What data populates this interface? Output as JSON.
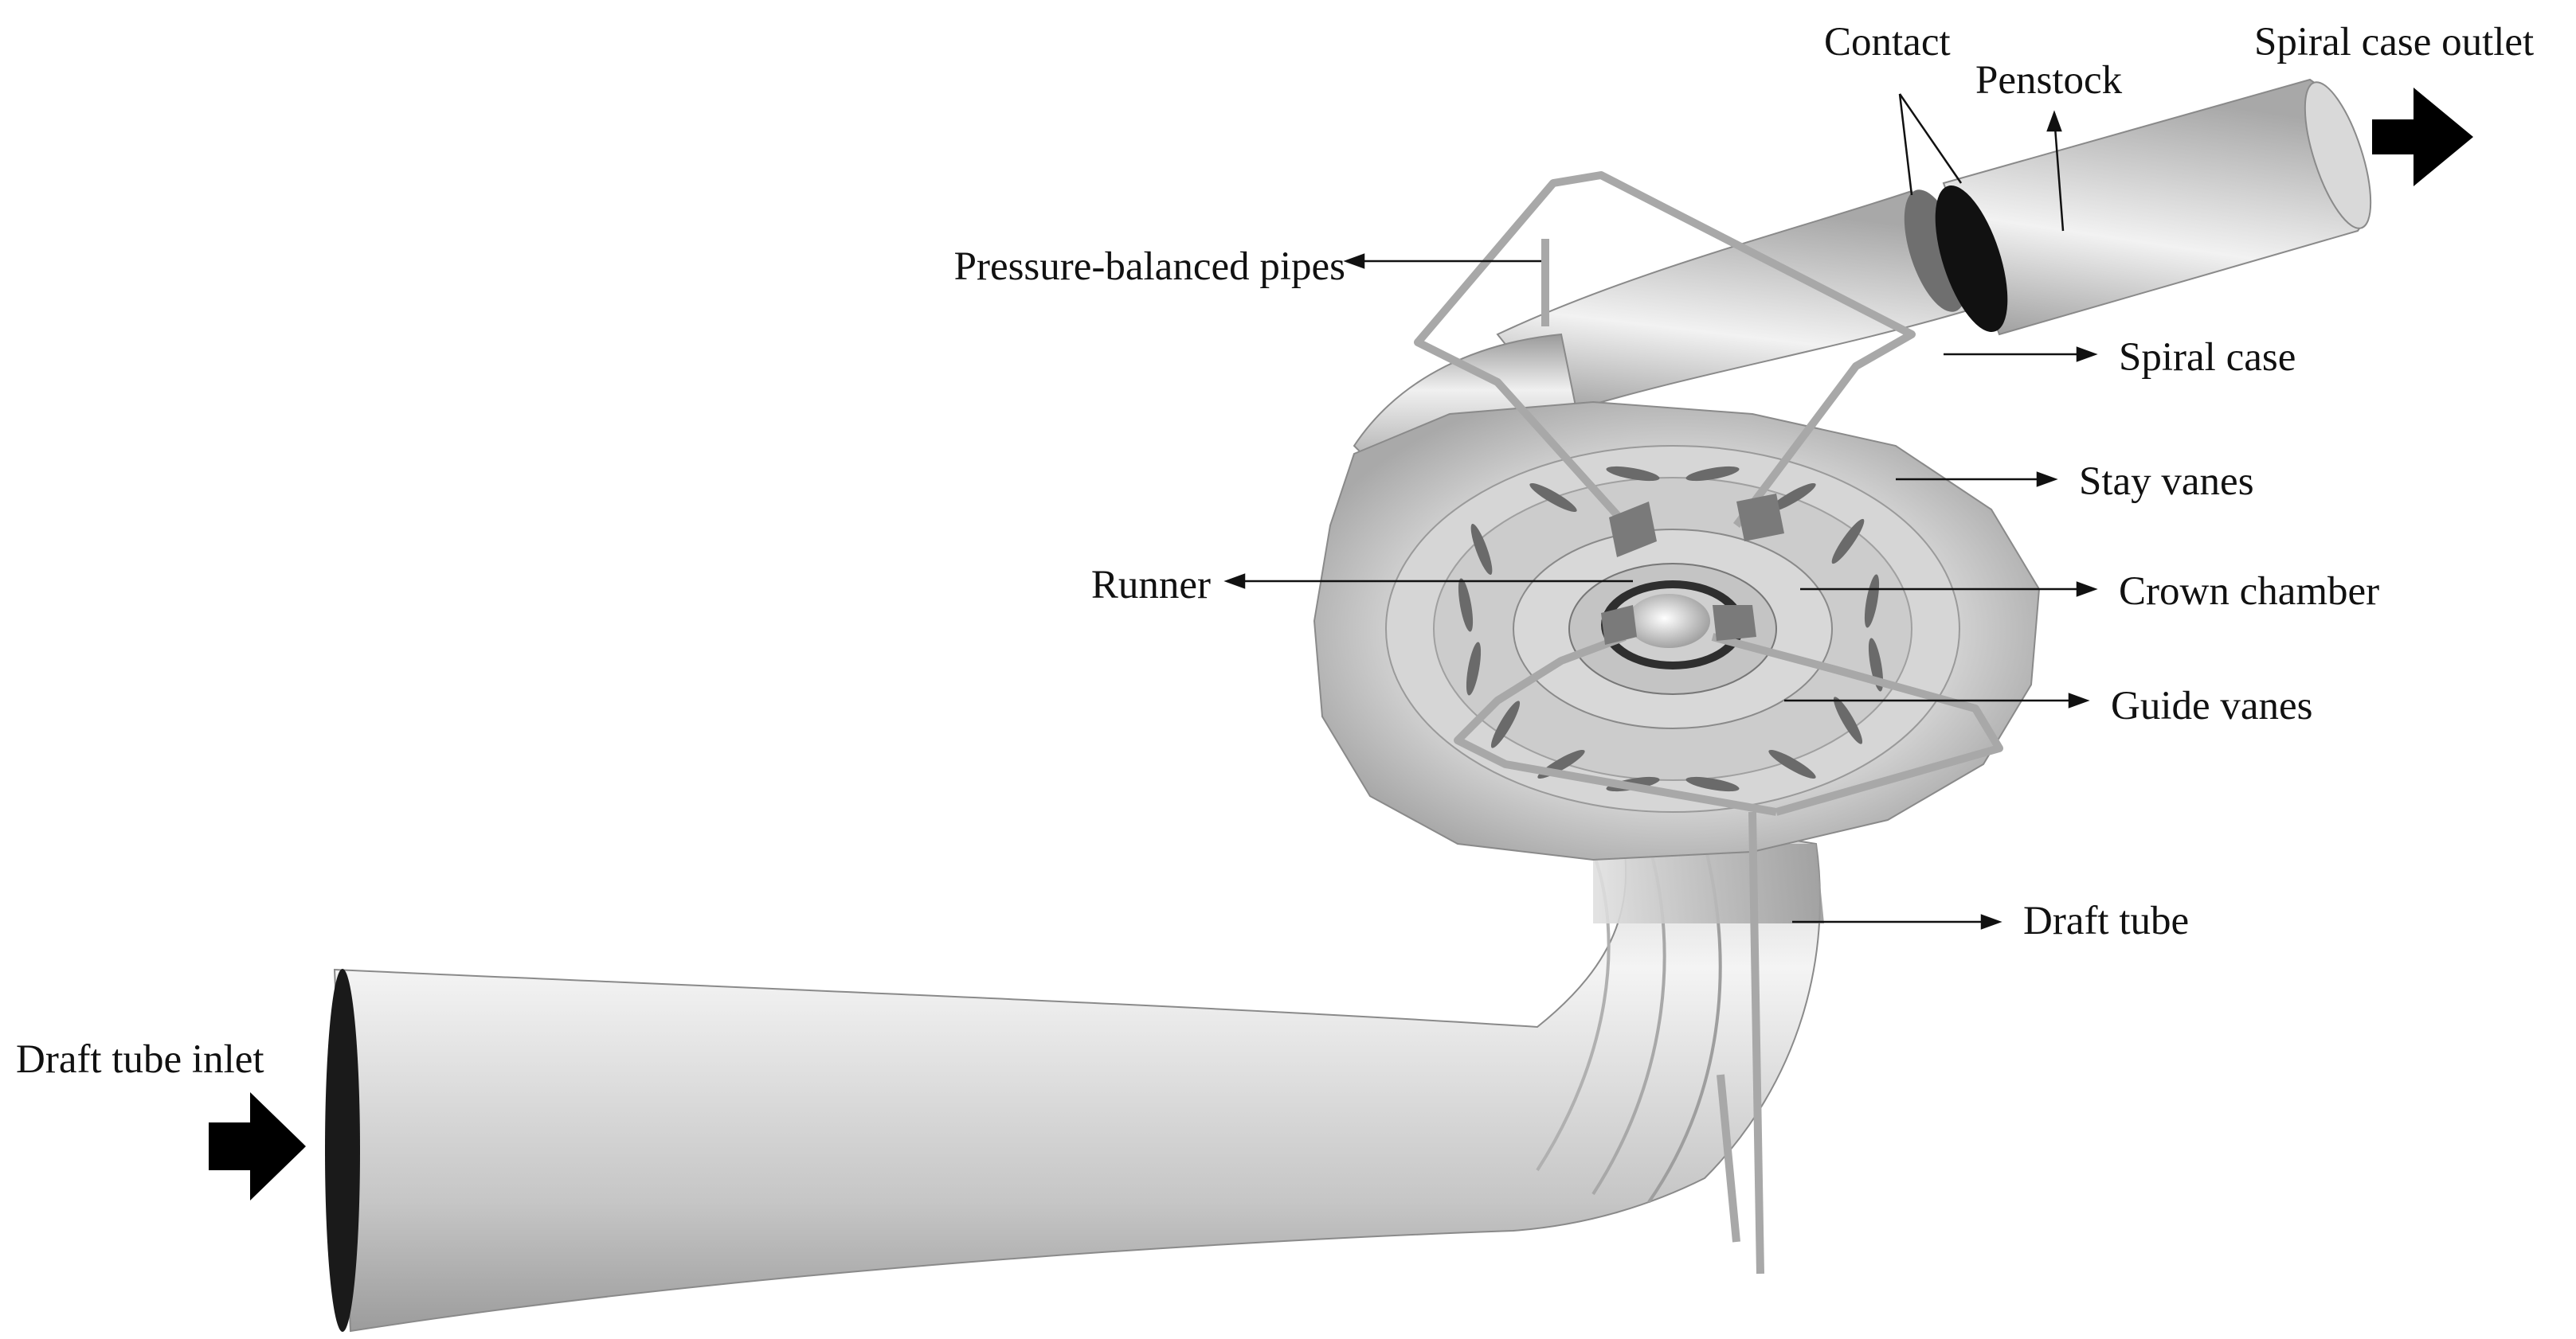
{
  "labels": {
    "contact": "Contact",
    "penstock": "Penstock",
    "spiral_case_outlet": "Spiral case outlet",
    "pressure_balanced_pipes": "Pressure-balanced pipes",
    "spiral_case": "Spiral case",
    "stay_vanes": "Stay vanes",
    "runner": "Runner",
    "crown_chamber": "Crown chamber",
    "guide_vanes": "Guide vanes",
    "draft_tube": "Draft tube",
    "draft_tube_inlet": "Draft tube inlet"
  },
  "colors": {
    "body_light": "#e6e6e6",
    "body_mid": "#bdbdbd",
    "body_dark": "#8c8c8c",
    "edge": "#555555",
    "arrow": "#000000",
    "leader": "#111111"
  }
}
